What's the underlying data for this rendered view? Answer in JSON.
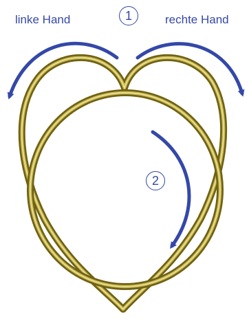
{
  "labels": {
    "left_hand": "linke Hand",
    "right_hand": "rechte Hand"
  },
  "steps": {
    "step1": "1",
    "step2": "2"
  },
  "colors": {
    "rope": "#8a7a1c",
    "rope_highlight": "#d8cc70",
    "arrow": "#3448a8",
    "text": "#3448a8"
  },
  "icons": {
    "rope": "heart-knot",
    "arrows": "curved-arrow"
  }
}
